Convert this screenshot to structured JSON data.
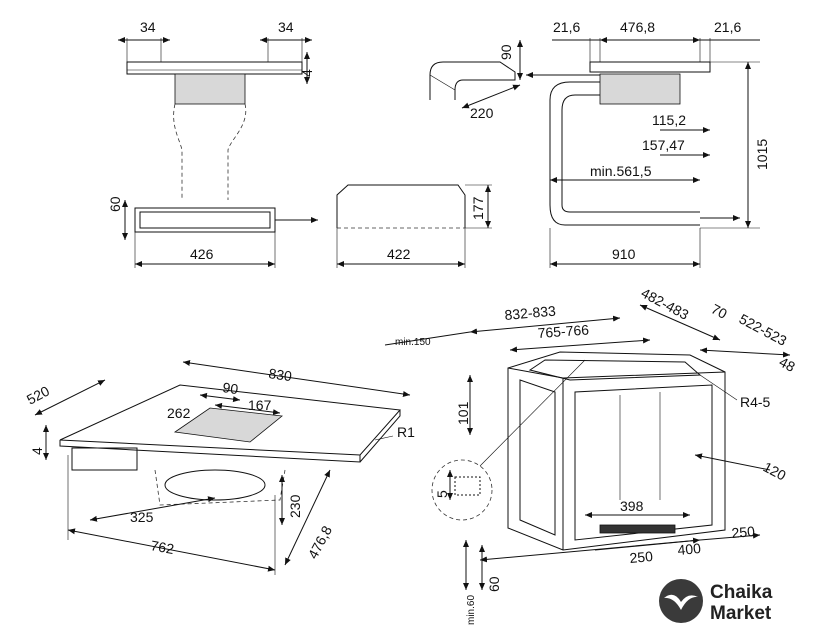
{
  "top_left_view": {
    "width_left": "34",
    "width_right": "34",
    "thickness": "4",
    "motor_height": "60",
    "motor_width": "426"
  },
  "top_middle_view": {
    "elbow_height": "90",
    "elbow_depth": "220",
    "box_height": "177",
    "box_width": "422"
  },
  "top_right_view": {
    "side_left": "21,6",
    "center": "476,8",
    "side_right": "21,6",
    "dim_a": "115,2",
    "dim_b": "157,47",
    "dim_min": "min.561,5",
    "height_total": "1015",
    "width_total": "910"
  },
  "bottom_left_view": {
    "depth": "520",
    "width": "830",
    "vent_depth": "90",
    "vent_offset": "262",
    "vent_width": "167",
    "radius": "R1",
    "thickness": "4",
    "under_height": "230",
    "motor_offset": "325",
    "cutout_depth": "476,8",
    "cutout_width": "762"
  },
  "bottom_right_view": {
    "min_front": "min.150",
    "outer_width": "832-833",
    "inner_width": "765-766",
    "outer_depth": "482-483",
    "rear_gap": "70",
    "inner_depth": "522-523",
    "edge": "48",
    "corner_radius": "R4-5",
    "step_depth": "101",
    "detail_thickness": "5",
    "side_gap": "120",
    "grille_width": "398",
    "plinth_left": "250",
    "plinth_center": "400",
    "plinth_right": "250",
    "plinth_min": "min.60",
    "plinth_height": "60"
  },
  "logo": {
    "line1": "Chaika",
    "line2": "Market"
  }
}
